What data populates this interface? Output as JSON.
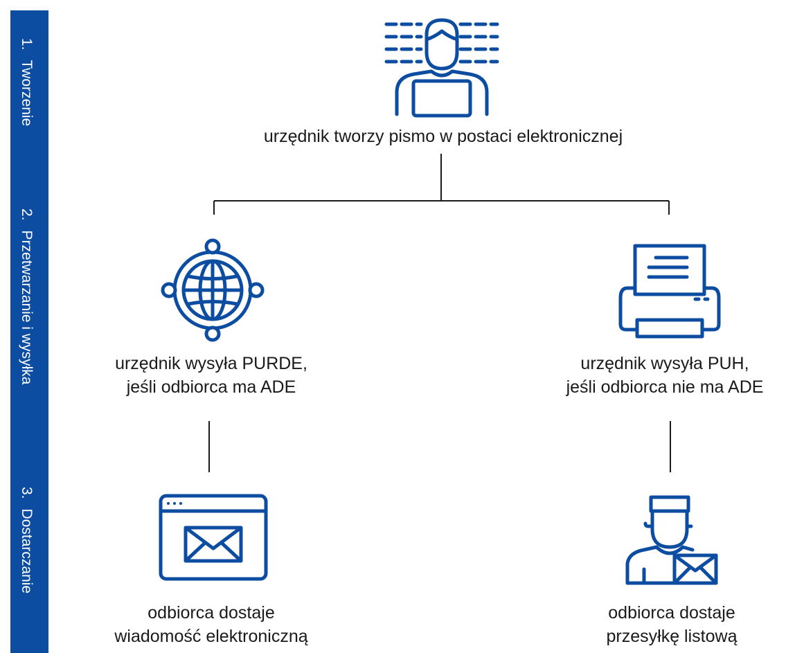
{
  "steps": [
    {
      "number": "1.",
      "label": "Tworzenie"
    },
    {
      "number": "2.",
      "label": "Przetwarzanie i wysyłka"
    },
    {
      "number": "3.",
      "label": "Dostarczanie"
    }
  ],
  "nodes": {
    "official": {
      "icon": "clerk-at-computer-icon",
      "text": "urzędnik tworzy pismo w postaci elektronicznej"
    },
    "purde": {
      "icon": "globe-network-icon",
      "text": "urzędnik wysyła PURDE,\njeśli odbiorca ma ADE"
    },
    "puh": {
      "icon": "printer-icon",
      "text": "urzędnik wysyła PUH,\njeśli odbiorca nie ma ADE"
    },
    "electronic": {
      "icon": "browser-envelope-icon",
      "text": "odbiorca dostaje\nwiadomość elektroniczną"
    },
    "postal": {
      "icon": "postman-icon",
      "text": "odbiorca dostaje\nprzesyłkę listową"
    }
  },
  "colors": {
    "accent": "#0c4da2",
    "line": "#1a1a1a"
  }
}
